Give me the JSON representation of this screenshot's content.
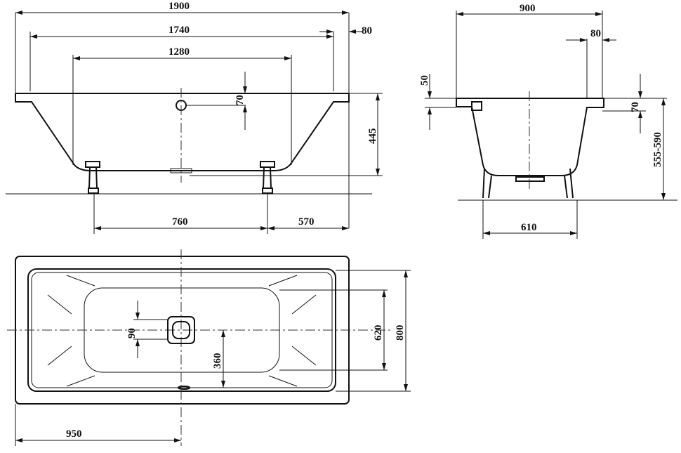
{
  "side_view": {
    "length_total": "1900",
    "length_inner": "1740",
    "rim_width": "80",
    "basin_length": "1280",
    "drain_height": "70",
    "depth": "445",
    "feet_spacing": "760",
    "feet_to_end": "570"
  },
  "end_view": {
    "width_total": "900",
    "rim_width": "80",
    "rim_thickness": "50",
    "overflow_height": "70",
    "total_height": "555-590",
    "feet_width": "610"
  },
  "plan_view": {
    "drain_size": "90",
    "drain_offset": "360",
    "basin_width": "620",
    "width_total": "800",
    "drain_position": "950"
  }
}
